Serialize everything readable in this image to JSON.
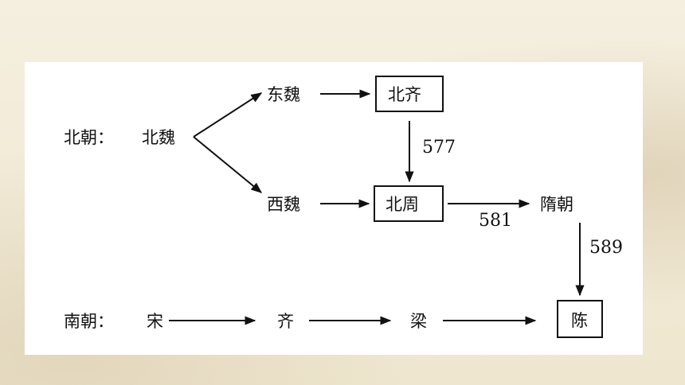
{
  "north_label": "北朝：",
  "south_label": "南朝：",
  "nodes": {
    "bei_wei": "北魏",
    "dong_wei": "东魏",
    "xi_wei": "西魏",
    "bei_qi": "北齐",
    "bei_zhou": "北周",
    "sui": "隋朝",
    "song": "宋",
    "qi": "齐",
    "liang": "梁",
    "chen": "陈"
  },
  "years": {
    "bei_zhou_conquers_bei_qi": "577",
    "sui_founded": "581",
    "sui_conquers_chen": "589"
  }
}
